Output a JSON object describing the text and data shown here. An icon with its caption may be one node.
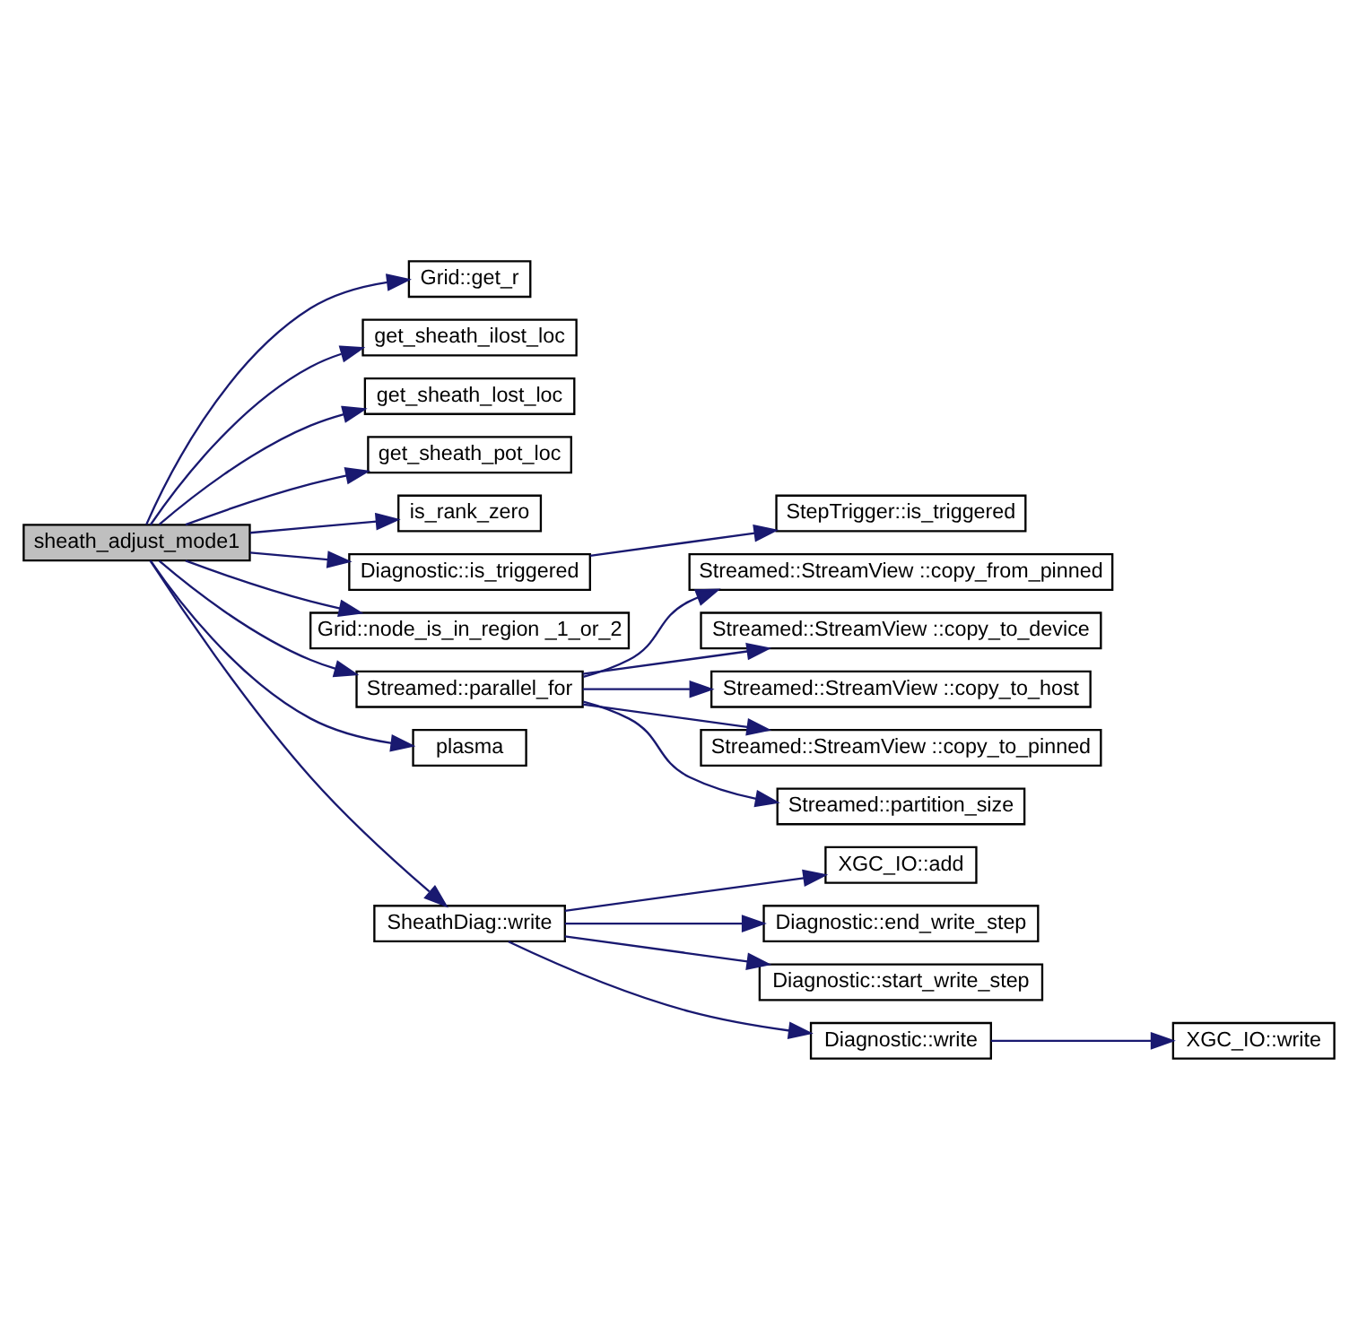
{
  "diagram": {
    "nodes": [
      {
        "text": [
          "sheath_adjust_mode1"
        ]
      },
      {
        "text": [
          "Grid::get_r"
        ]
      },
      {
        "text": [
          "get_sheath_ilost_loc"
        ]
      },
      {
        "text": [
          "get_sheath_lost_loc"
        ]
      },
      {
        "text": [
          "get_sheath_pot_loc"
        ]
      },
      {
        "text": [
          "is_rank_zero"
        ]
      },
      {
        "text": [
          "Diagnostic::is_triggered"
        ]
      },
      {
        "text": [
          "Grid::node_is_in_region _1_or_2"
        ]
      },
      {
        "text": [
          "Streamed::parallel_for"
        ]
      },
      {
        "text": [
          "plasma"
        ]
      },
      {
        "text": [
          "SheathDiag::write"
        ]
      },
      {
        "text": [
          "StepTrigger::is_triggered"
        ]
      },
      {
        "text": [
          "Streamed::StreamView ::copy_from_pinned"
        ]
      },
      {
        "text": [
          "Streamed::StreamView ::copy_to_device"
        ]
      },
      {
        "text": [
          "Streamed::StreamView ::copy_to_host"
        ]
      },
      {
        "text": [
          "Streamed::StreamView ::copy_to_pinned"
        ]
      },
      {
        "text": [
          "Streamed::partition_size"
        ]
      },
      {
        "text": [
          "XGC_IO::add"
        ]
      },
      {
        "text": [
          "Diagnostic::end_write_step"
        ]
      },
      {
        "text": [
          "Diagnostic::start_write_step"
        ]
      },
      {
        "text": [
          "Diagnostic::write"
        ]
      },
      {
        "text": [
          "XGC_IO::write"
        ]
      }
    ],
    "edges": [
      {
        "from": 0,
        "to": 1,
        "arrow": "to"
      },
      {
        "from": 0,
        "to": 2,
        "arrow": "to"
      },
      {
        "from": 0,
        "to": 3,
        "arrow": "to"
      },
      {
        "from": 0,
        "to": 4,
        "arrow": "to"
      },
      {
        "from": 0,
        "to": 5,
        "arrow": "to"
      },
      {
        "from": 0,
        "to": 6,
        "arrow": "to"
      },
      {
        "from": 0,
        "to": 7,
        "arrow": "to"
      },
      {
        "from": 0,
        "to": 8,
        "arrow": "to"
      },
      {
        "from": 0,
        "to": 9,
        "arrow": "to"
      },
      {
        "from": 0,
        "to": 10,
        "arrow": "to"
      },
      {
        "from": 6,
        "to": 11,
        "arrow": "to"
      },
      {
        "from": 8,
        "to": 12,
        "arrow": "to"
      },
      {
        "from": 8,
        "to": 13,
        "arrow": "to"
      },
      {
        "from": 8,
        "to": 14,
        "arrow": "to"
      },
      {
        "from": 8,
        "to": 15,
        "arrow": "to"
      },
      {
        "from": 8,
        "to": 16,
        "arrow": "to"
      },
      {
        "from": 10,
        "to": 17,
        "arrow": "to"
      },
      {
        "from": 10,
        "to": 18,
        "arrow": "to"
      },
      {
        "from": 10,
        "to": 19,
        "arrow": "to"
      },
      {
        "from": 10,
        "to": 20,
        "arrow": "to"
      },
      {
        "from": 20,
        "to": 21,
        "arrow": "to"
      }
    ]
  }
}
